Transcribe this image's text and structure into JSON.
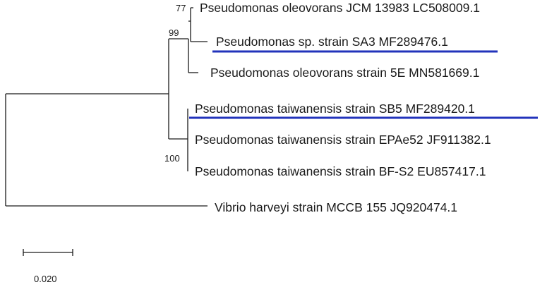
{
  "tree": {
    "taxa": [
      {
        "id": "t1",
        "label": "Pseudomonas oleovorans JCM 13983 LC508009.1",
        "highlighted": false
      },
      {
        "id": "t2",
        "label": "Pseudomonas sp. strain SA3 MF289476.1",
        "highlighted": true
      },
      {
        "id": "t3",
        "label": "Pseudomonas oleovorans strain 5E MN581669.1",
        "highlighted": false
      },
      {
        "id": "t4",
        "label": "Pseudomonas taiwanensis strain SB5 MF289420.1",
        "highlighted": true
      },
      {
        "id": "t5",
        "label": "Pseudomonas taiwanensis strain EPAe52 JF911382.1",
        "highlighted": false
      },
      {
        "id": "t6",
        "label": "Pseudomonas taiwanensis strain BF-S2 EU857417.1",
        "highlighted": false
      },
      {
        "id": "t7",
        "label": "Vibrio harveyi strain MCCB 155 JQ920474.1",
        "highlighted": false
      }
    ],
    "bootstrap": [
      {
        "node": "n_t1_t2",
        "value": "77"
      },
      {
        "node": "n_oleovorans",
        "value": "99"
      },
      {
        "node": "n_taiwanensis",
        "value": "100"
      }
    ],
    "scale_bar": {
      "label": "0.020",
      "value": 0.02
    },
    "highlight_color": "#2233bb"
  }
}
